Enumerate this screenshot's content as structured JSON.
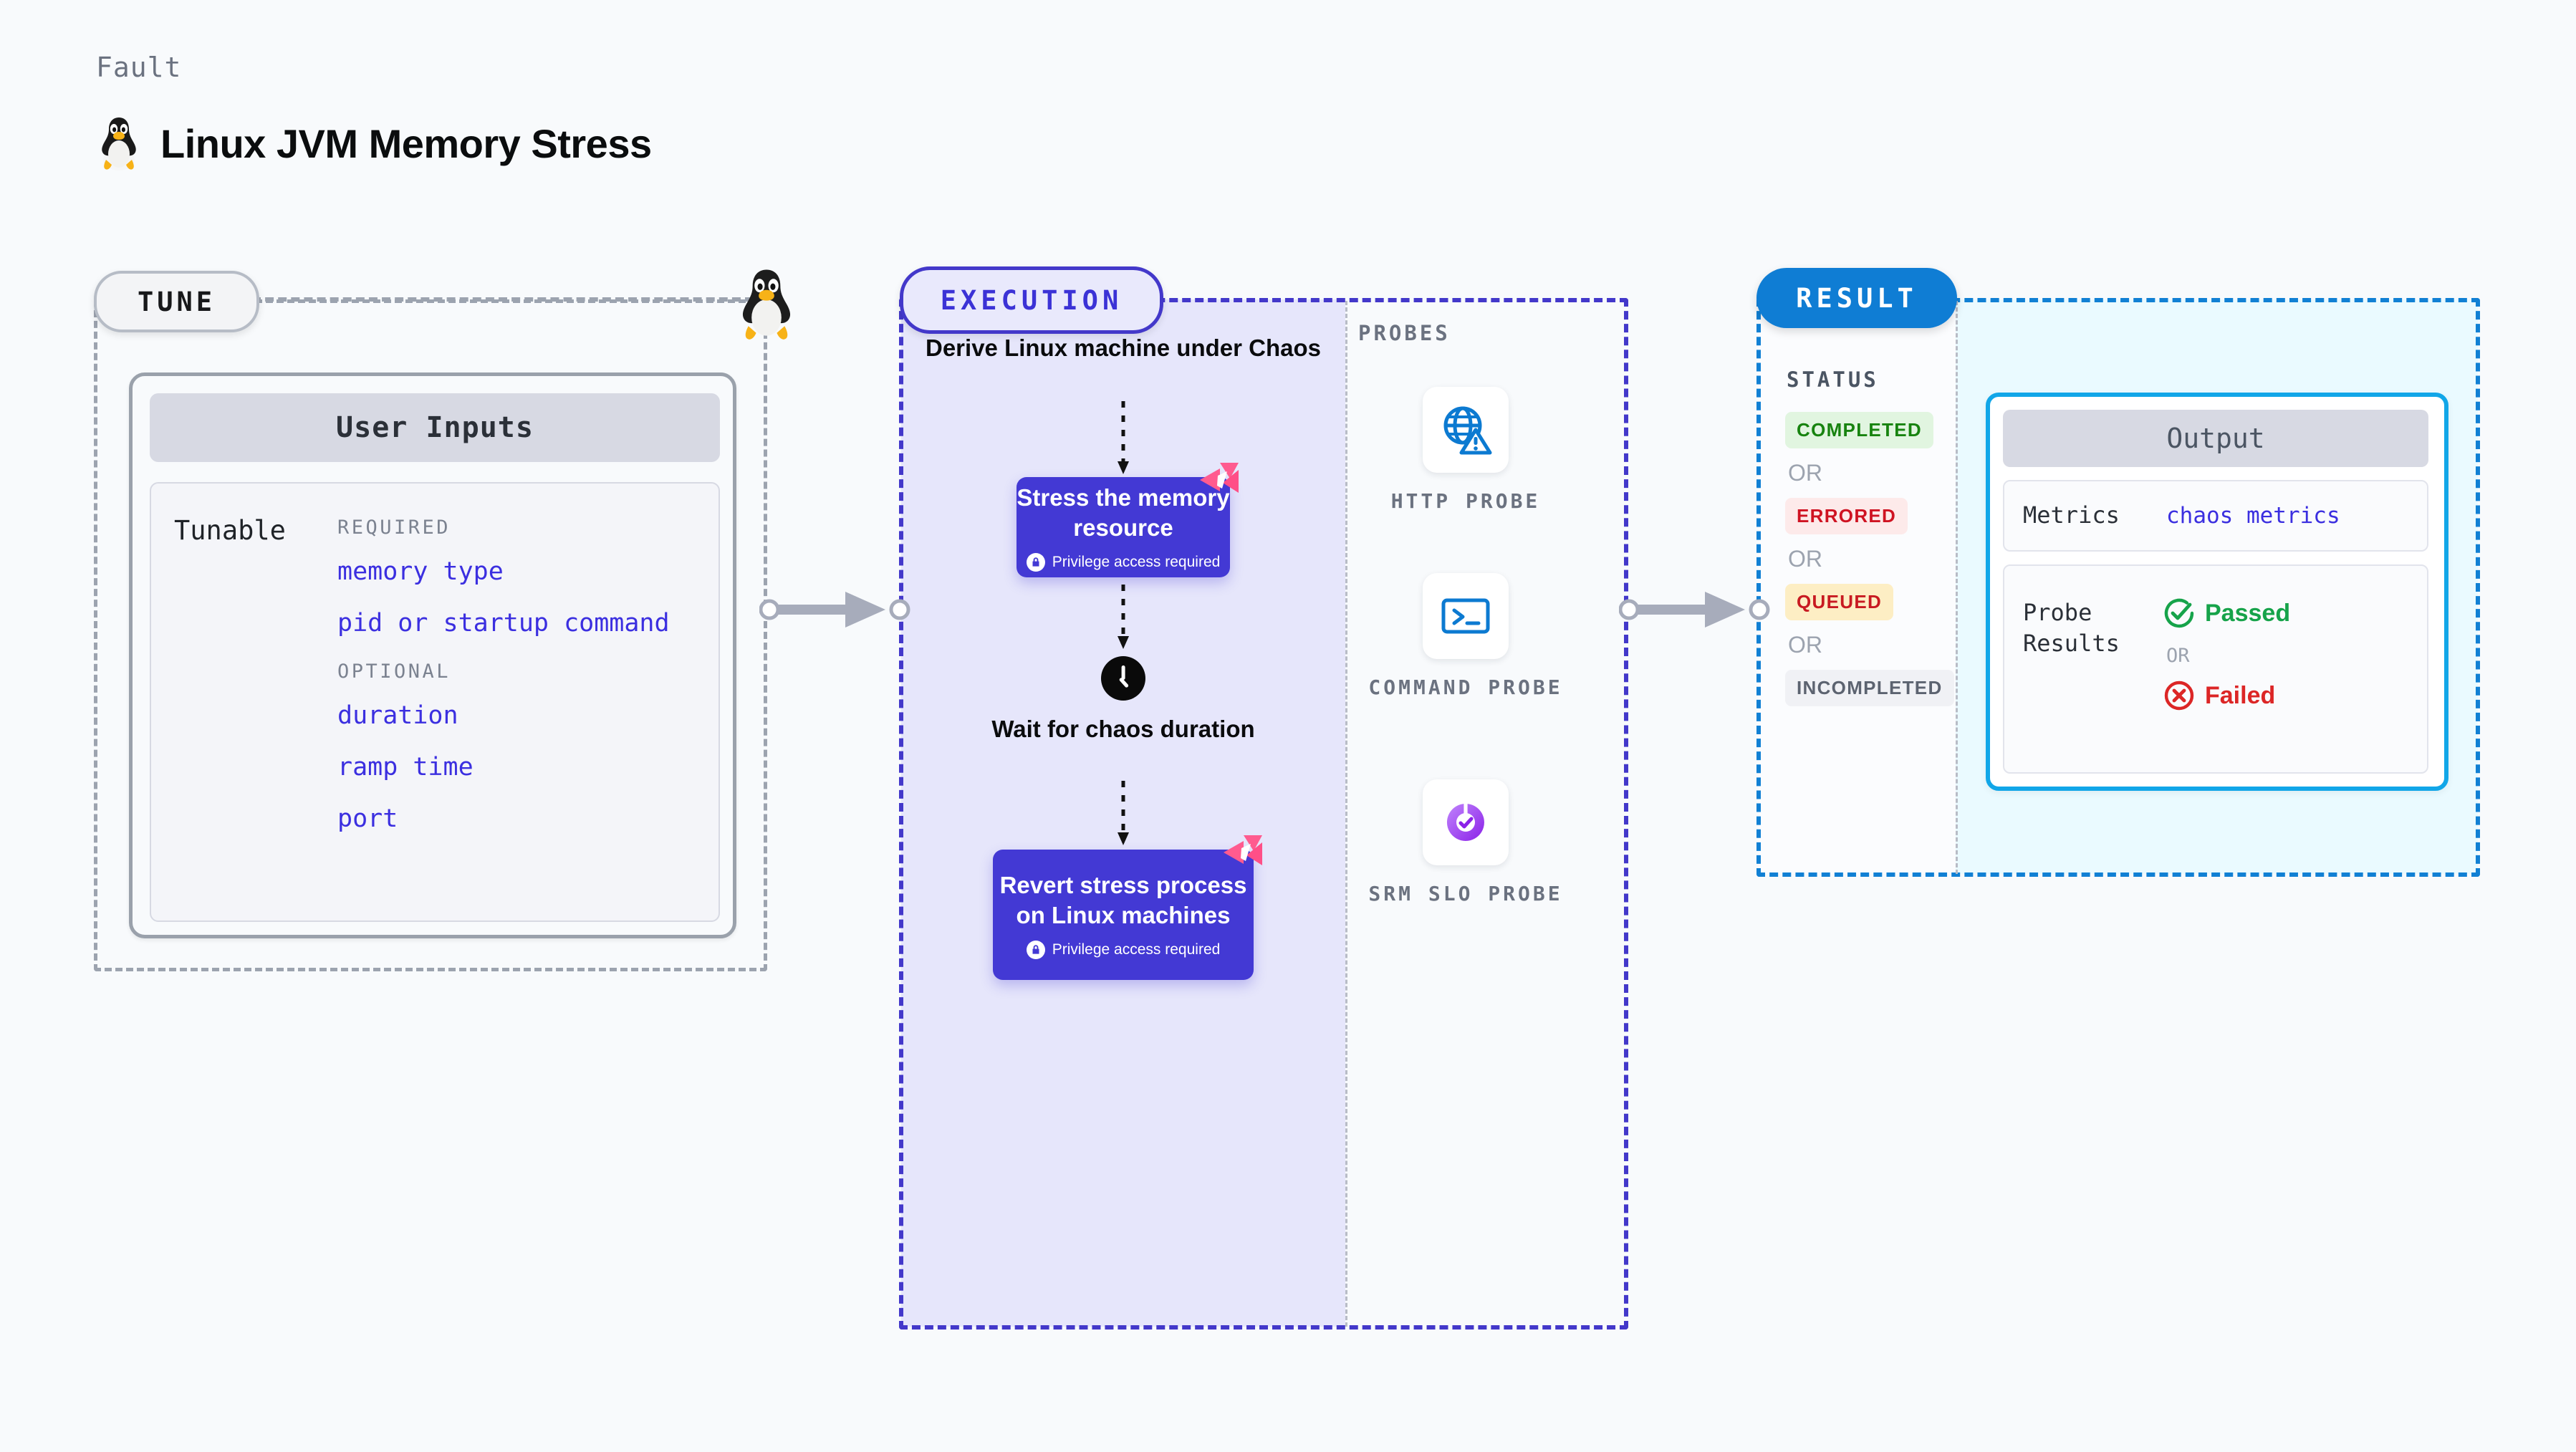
{
  "header": {
    "kicker": "Fault",
    "title": "Linux JVM Memory Stress",
    "icon": "linux-tux-icon"
  },
  "tune": {
    "pill_label": "TUNE",
    "border_icon": "linux-tux-icon",
    "card": {
      "header": "User Inputs",
      "row_label": "Tunable",
      "groups": [
        {
          "label": "REQUIRED",
          "items": [
            "memory type",
            "pid or startup command"
          ]
        },
        {
          "label": "OPTIONAL",
          "items": [
            "duration",
            "ramp time",
            "port"
          ]
        }
      ]
    }
  },
  "execution": {
    "pill_label": "EXECUTION",
    "steps": [
      {
        "kind": "text",
        "title": "Derive Linux machine under Chaos"
      },
      {
        "kind": "card",
        "title": "Stress the memory resource",
        "privilege_note": "Privilege access required",
        "privilege_icon": "lock-icon",
        "badge_icon": "harness-logo-icon"
      },
      {
        "kind": "wait",
        "icon": "clock-icon",
        "title": "Wait for chaos duration"
      },
      {
        "kind": "card",
        "title": "Revert stress process on Linux machines",
        "privilege_note": "Privilege access required",
        "privilege_icon": "lock-icon",
        "badge_icon": "harness-logo-icon"
      }
    ]
  },
  "probes": {
    "section_label": "PROBES",
    "items": [
      {
        "name": "HTTP PROBE",
        "icon": "globe-alert-icon"
      },
      {
        "name": "COMMAND PROBE",
        "icon": "terminal-icon"
      },
      {
        "name": "SRM SLO PROBE",
        "icon": "srm-slo-donut-icon"
      }
    ]
  },
  "result": {
    "pill_label": "RESULT",
    "status_label": "STATUS",
    "or_label": "OR",
    "statuses": [
      {
        "text": "COMPLETED",
        "color": "#17830f",
        "bg": "#e1f5e0"
      },
      {
        "text": "ERRORED",
        "color": "#cf1322",
        "bg": "#fdeaea"
      },
      {
        "text": "QUEUED",
        "color": "#c81a21",
        "bg": "#fdeec4"
      },
      {
        "text": "INCOMPLETED",
        "color": "#5c6370",
        "bg": "#f0f1f5"
      }
    ],
    "output": {
      "header": "Output",
      "metrics_key": "Metrics",
      "metrics_value": "chaos metrics",
      "probe_results_key": "Probe Results",
      "passed_label": "Passed",
      "passed_icon": "check-circle-icon",
      "failed_label": "Failed",
      "failed_icon": "x-circle-icon",
      "or_label": "OR"
    }
  },
  "connectors": {
    "tune_to_execution": "arrow-right-icon",
    "probes_to_result": "arrow-right-icon"
  },
  "colors": {
    "background": "#f8fafc",
    "tune_border": "#9ca3af",
    "execution_border": "#4338ca",
    "execution_fill": "#e6e6fb",
    "result_border": "#1180d4",
    "result_fill": "#eafaff",
    "accent_purple": "#4339d4",
    "tunable_text": "#3b2fe0",
    "harness_pink": "#ff5b8f"
  }
}
